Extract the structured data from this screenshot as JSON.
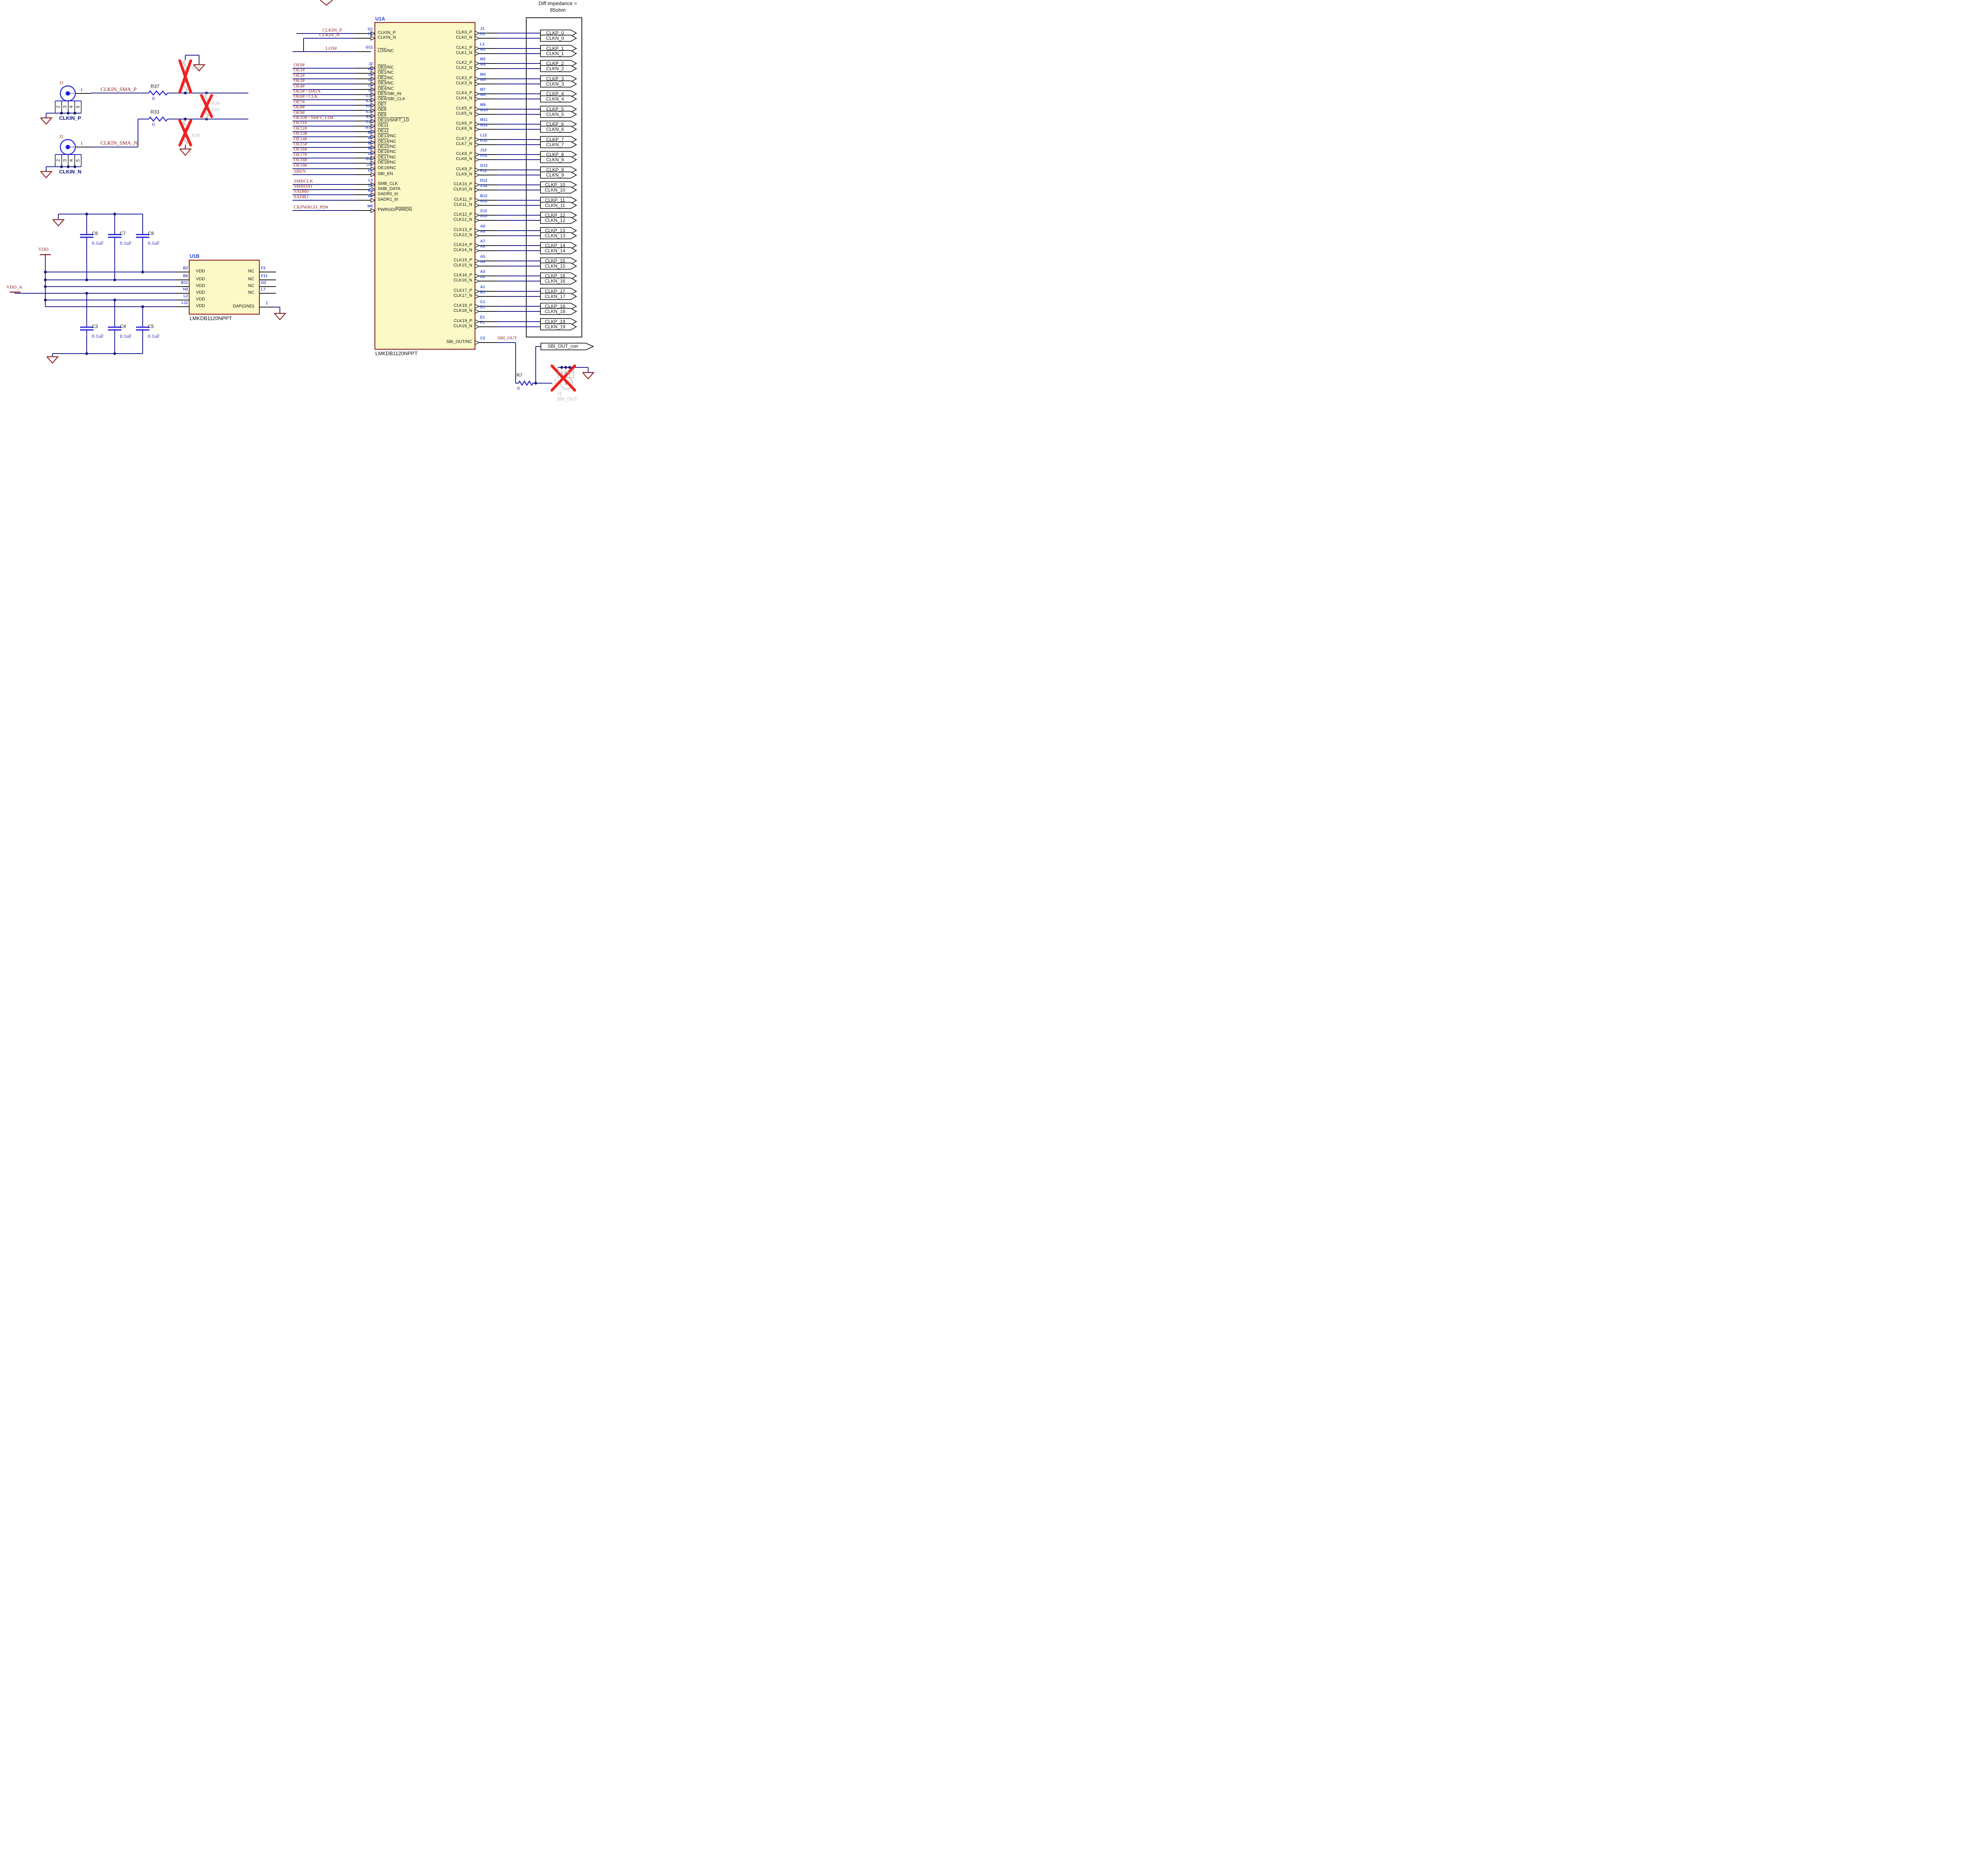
{
  "note": {
    "line1": "Diff impedance =",
    "line2": "85ohm"
  },
  "colors": {
    "wire": "#1b1b8e",
    "black": "#1a1a1a",
    "net_red": "#8c231c",
    "pin_blue": "#3c55c8",
    "ic_fill": "#fbf9c6",
    "ic_border": "#8b1f1f",
    "gnd": "#8b1f1f",
    "value_blue": "#2a2ab4",
    "symbol_blue": "#1d1dd6",
    "ghost": "#bdbdbd",
    "red_x": "#ef1111",
    "junction": "#1a1a78"
  },
  "sma_inputs": [
    {
      "ref": "J3",
      "pin1": "1",
      "net": "CLKIN_SMA_P",
      "shield_pins": [
        "2",
        "3",
        "4",
        "5"
      ],
      "net_label": "CLKIN_P"
    },
    {
      "ref": "J2",
      "pin1": "1",
      "net": "CLKIN_SMA_N",
      "shield_pins": [
        "2",
        "3",
        "4",
        "5"
      ],
      "net_label": "CLKIN_N"
    }
  ],
  "series_resistors": [
    {
      "ref": "R37",
      "value": "0"
    },
    {
      "ref": "R33",
      "value": "0"
    }
  ],
  "ghost_resistors": [
    {
      "ref": "R38",
      "value": ""
    },
    {
      "ref": "R34",
      "value": "100"
    },
    {
      "ref": "R30",
      "value": ""
    }
  ],
  "decoupling": {
    "vdd_label": "VDD",
    "vdda_label": "VDD_A",
    "top_caps": [
      {
        "ref": "C6",
        "value": "0.1uF"
      },
      {
        "ref": "C7",
        "value": "0.1uF"
      },
      {
        "ref": "C8",
        "value": "0.1uF"
      }
    ],
    "bottom_caps": [
      {
        "ref": "C3",
        "value": "0.1uF"
      },
      {
        "ref": "C4",
        "value": "0.1uF"
      },
      {
        "ref": "C5",
        "value": "0.1uF"
      }
    ]
  },
  "u1b": {
    "ref": "U1B",
    "part": "LMKDB1120NPPT",
    "left_pins": [
      {
        "num": "B2",
        "name": "VDD"
      },
      {
        "num": "B6",
        "name": "VDD"
      },
      {
        "num": "B11",
        "name": "VDD"
      },
      {
        "num": "H2",
        "name": "VDD"
      },
      {
        "num": "L2",
        "name": "VDD"
      },
      {
        "num": "L11",
        "name": "VDD"
      }
    ],
    "right_pins": [
      {
        "num": "F2",
        "name": "NC"
      },
      {
        "num": "F11",
        "name": "NC"
      },
      {
        "num": "G2",
        "name": "NC"
      },
      {
        "num": "L7",
        "name": "NC"
      }
    ],
    "dap": {
      "num": "1",
      "name": "DAP(GND)"
    }
  },
  "u1a": {
    "ref": "U1A",
    "part": "LMKDB1120NPPT",
    "top_inputs": [
      {
        "net": "CLKIN_P",
        "pin": "G1",
        "segs": [
          [
            "CLKIN_P",
            0
          ]
        ]
      },
      {
        "net": "CLKIN_N",
        "pin": "H1",
        "segs": [
          [
            "CLKIN_N",
            0
          ]
        ]
      },
      {
        "net": "LOS#",
        "pin": "G11",
        "segs": [
          [
            "LOS",
            1
          ],
          [
            "/NC",
            0
          ]
        ]
      }
    ],
    "oe_rows": [
      {
        "net": "OE0#",
        "pin": "J2",
        "segs": [
          [
            "OE0",
            1
          ],
          [
            "/NC",
            0
          ]
        ]
      },
      {
        "net": "OE1#",
        "pin": "K2",
        "segs": [
          [
            "OE1",
            1
          ],
          [
            "/NC",
            0
          ]
        ]
      },
      {
        "net": "OE2#",
        "pin": "L3",
        "segs": [
          [
            "OE2",
            1
          ],
          [
            "/NC",
            0
          ]
        ]
      },
      {
        "net": "OE3#",
        "pin": "L6",
        "segs": [
          [
            "OE3",
            1
          ],
          [
            "/NC",
            0
          ]
        ]
      },
      {
        "net": "OE4#",
        "pin": "L9",
        "segs": [
          [
            "OE4",
            1
          ],
          [
            "/NC",
            0
          ]
        ]
      },
      {
        "net": "OE5# / DATA",
        "pin": "L8",
        "segs": [
          [
            "OE5",
            1
          ],
          [
            "/SBI_IN",
            0
          ]
        ]
      },
      {
        "net": "OE6# / CLK",
        "pin": "L10",
        "segs": [
          [
            "OE6",
            1
          ],
          [
            "/SBI_CLK",
            0
          ]
        ]
      },
      {
        "net": "OE7#",
        "pin": "K11",
        "segs": [
          [
            "OE7",
            1
          ]
        ]
      },
      {
        "net": "OE8#",
        "pin": "H11",
        "segs": [
          [
            "OE8",
            1
          ]
        ]
      },
      {
        "net": "OE9#",
        "pin": "E12",
        "segs": [
          [
            "OE9",
            1
          ]
        ]
      },
      {
        "net": "OE10# / SHFT_LD#",
        "pin": "E11",
        "segs": [
          [
            "OE10",
            1
          ],
          [
            "/",
            0
          ],
          [
            "SHFT_LD",
            1
          ]
        ]
      },
      {
        "net": "OE11#",
        "pin": "C11",
        "segs": [
          [
            "OE11",
            1
          ]
        ]
      },
      {
        "net": "OE12#",
        "pin": "B10",
        "segs": [
          [
            "OE12",
            1
          ]
        ]
      },
      {
        "net": "OE13#",
        "pin": "B9",
        "segs": [
          [
            "OE13",
            1
          ],
          [
            "/NC",
            0
          ]
        ]
      },
      {
        "net": "OE14#",
        "pin": "B7",
        "segs": [
          [
            "OE14",
            1
          ],
          [
            "/NC",
            0
          ]
        ]
      },
      {
        "net": "OE15#",
        "pin": "B5",
        "segs": [
          [
            "OE15",
            1
          ],
          [
            "/NC",
            0
          ]
        ]
      },
      {
        "net": "OE16#",
        "pin": "B3",
        "segs": [
          [
            "OE16",
            1
          ],
          [
            "/NC",
            0
          ]
        ]
      },
      {
        "net": "OE17#",
        "pin": "D2",
        "segs": [
          [
            "OE17",
            1
          ],
          [
            "/NC",
            0
          ]
        ]
      },
      {
        "net": "OE18#",
        "pin": "D11",
        "segs": [
          [
            "OE18",
            1
          ],
          [
            "/NC",
            0
          ]
        ]
      },
      {
        "net": "OE19#",
        "pin": "J11",
        "segs": [
          [
            "OE19/NC",
            0
          ]
        ]
      }
    ],
    "ctrl_rows": [
      {
        "net": "SBEN",
        "pin": "E2",
        "segs": [
          [
            "SBI_EN",
            0
          ]
        ]
      },
      {
        "net": "SMBCLK",
        "pin": "L5",
        "segs": [
          [
            "SMB_CLK",
            0
          ]
        ]
      },
      {
        "net": "SMBDAT",
        "pin": "L4",
        "segs": [
          [
            "SMB_DATA",
            0
          ]
        ],
        "bidir": 1
      },
      {
        "net": "SADR0",
        "pin": "B4",
        "segs": [
          [
            "SADR0_tri",
            0
          ]
        ]
      },
      {
        "net": "SADR1",
        "pin": "B8",
        "segs": [
          [
            "SADR1_tri",
            0
          ]
        ]
      },
      {
        "net": "CKPWRGD_PD#",
        "pin": "M6",
        "segs": [
          [
            "PWRGD/",
            0
          ],
          [
            "PWRDN",
            1
          ]
        ]
      }
    ],
    "clk": [
      {
        "p": [
          "CLK0_P",
          "J1",
          "CLKP_0"
        ],
        "n": [
          "CLK0_N",
          "K1",
          "CLKN_0"
        ]
      },
      {
        "p": [
          "CLK1_P",
          "L1",
          "CLKP_1"
        ],
        "n": [
          "CLK1_N",
          "M1",
          "CLKN_1"
        ]
      },
      {
        "p": [
          "CLK2_P",
          "M2",
          "CLKP_2"
        ],
        "n": [
          "CLK2_N",
          "M3",
          "CLKN_2"
        ]
      },
      {
        "p": [
          "CLK3_P",
          "M4",
          "CLKP_3"
        ],
        "n": [
          "CLK3_N",
          "M5",
          "CLKN_3"
        ]
      },
      {
        "p": [
          "CLK4_P",
          "M7",
          "CLKP_4"
        ],
        "n": [
          "CLK4_N",
          "M8",
          "CLKN_4"
        ]
      },
      {
        "p": [
          "CLK5_P",
          "M9",
          "CLKP_5"
        ],
        "n": [
          "CLK5_N",
          "M10",
          "CLKN_5"
        ]
      },
      {
        "p": [
          "CLK6_P",
          "M11",
          "CLKP_6"
        ],
        "n": [
          "CLK6_N",
          "M12",
          "CLKN_6"
        ]
      },
      {
        "p": [
          "CLK7_P",
          "L12",
          "CLKP_7"
        ],
        "n": [
          "CLK7_N",
          "K12",
          "CLKN_7"
        ]
      },
      {
        "p": [
          "CLK8_P",
          "J12",
          "CLKP_8"
        ],
        "n": [
          "CLK8_N",
          "H12",
          "CLKN_8"
        ]
      },
      {
        "p": [
          "CLK9_P",
          "G12",
          "CLKP_9"
        ],
        "n": [
          "CLK9_N",
          "F12",
          "CLKN_9"
        ]
      },
      {
        "p": [
          "CLK10_P",
          "D12",
          "CLKP_10"
        ],
        "n": [
          "CLK10_N",
          "C12",
          "CLKN_10"
        ]
      },
      {
        "p": [
          "CLK11_P",
          "B12",
          "CLKP_11"
        ],
        "n": [
          "CLK11_N",
          "A12",
          "CLKN_11"
        ]
      },
      {
        "p": [
          "CLK12_P",
          "A11",
          "CLKP_12"
        ],
        "n": [
          "CLK12_N",
          "A10",
          "CLKN_12"
        ]
      },
      {
        "p": [
          "CLK13_P",
          "A9",
          "CLKP_13"
        ],
        "n": [
          "CLK13_N",
          "A8",
          "CLKN_13"
        ]
      },
      {
        "p": [
          "CLK14_P",
          "A7",
          "CLKP_14"
        ],
        "n": [
          "CLK14_N",
          "A6",
          "CLKN_14"
        ]
      },
      {
        "p": [
          "CLK15_P",
          "A5",
          "CLKP_15"
        ],
        "n": [
          "CLK15_N",
          "A4",
          "CLKN_15"
        ]
      },
      {
        "p": [
          "CLK16_P",
          "A3",
          "CLKP_16"
        ],
        "n": [
          "CLK16_N",
          "A2",
          "CLKN_16"
        ]
      },
      {
        "p": [
          "CLK17_P",
          "A1",
          "CLKP_17"
        ],
        "n": [
          "CLK17_N",
          "B1",
          "CLKN_17"
        ]
      },
      {
        "p": [
          "CLK18_P",
          "C1",
          "CLKP_18"
        ],
        "n": [
          "CLK18_N",
          "D1",
          "CLKN_18"
        ]
      },
      {
        "p": [
          "CLK19_P",
          "E1",
          "CLKP_19"
        ],
        "n": [
          "CLK19_N",
          "F1",
          "CLKN_19"
        ]
      }
    ],
    "sbi_out": {
      "name": "SBI_OUT/NC",
      "pin": "C2",
      "net": "SBI_OUT"
    }
  },
  "sbi_section": {
    "resistor": {
      "ref": "R7",
      "value": "0"
    },
    "flag": "SBI_OUT_con",
    "ghost_ref": "J1",
    "ghost_net": "SBI_OUT",
    "ghost_pin1": "1",
    "ghost_pins": [
      "2",
      "3",
      "4",
      "5"
    ]
  }
}
